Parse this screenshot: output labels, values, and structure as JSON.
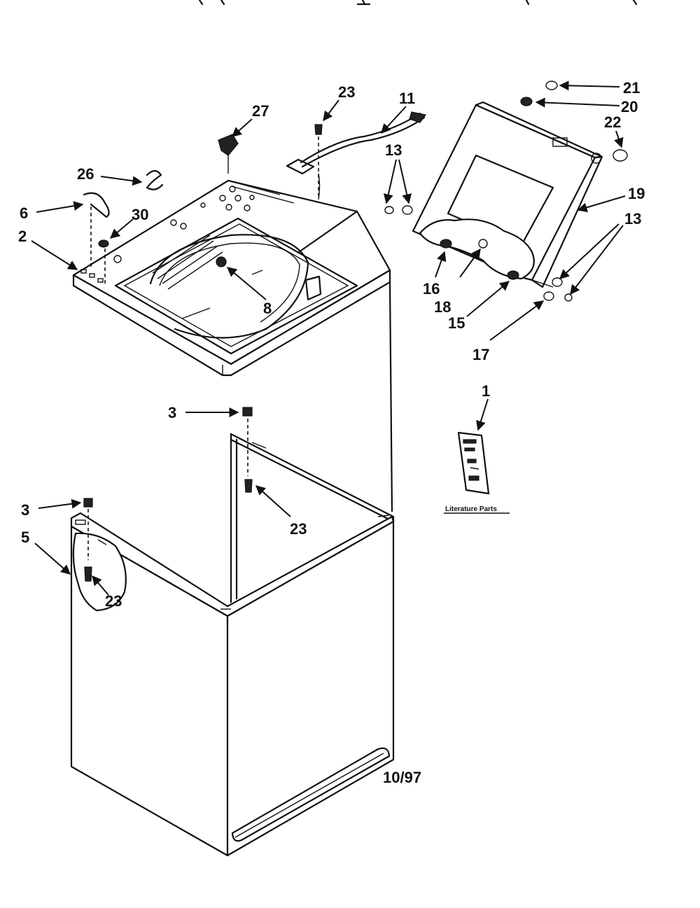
{
  "diagram": {
    "callouts": {
      "c21": "21",
      "c20": "20",
      "c22": "22",
      "c19": "19",
      "c13a": "13",
      "c13b": "13",
      "c16": "16",
      "c18": "18",
      "c15": "15",
      "c17": "17",
      "c23a": "23",
      "c11": "11",
      "c27": "27",
      "c26": "26",
      "c6": "6",
      "c30": "30",
      "c2": "2",
      "c8": "8",
      "c1": "1",
      "c3a": "3",
      "c23b": "23",
      "c3b": "3",
      "c5": "5",
      "c23c": "23"
    },
    "literature_label": "Literature Parts",
    "date_code": "10/97"
  }
}
